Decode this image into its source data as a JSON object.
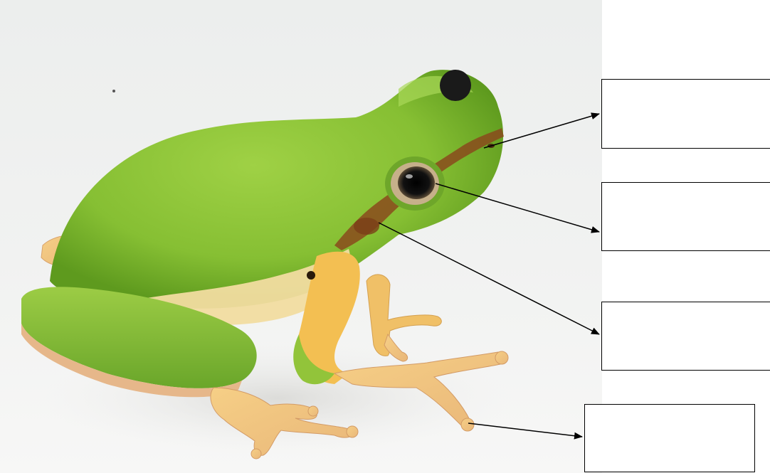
{
  "diagram": {
    "subject_image": "tree-frog-photo",
    "label_boxes": [
      {
        "id": "label-box-1",
        "text": "",
        "points_to": "nostril"
      },
      {
        "id": "label-box-2",
        "text": "",
        "points_to": "eye"
      },
      {
        "id": "label-box-3",
        "text": "",
        "points_to": "tympanum"
      },
      {
        "id": "label-box-4",
        "text": "",
        "points_to": "toe-pad"
      }
    ],
    "colors": {
      "frog_green": "#8ec63a",
      "frog_green_dark": "#5e9a1e",
      "belly_cream": "#f1dca0",
      "limb_peach": "#f0c79c",
      "stripe_brown": "#8a4a1c",
      "arrow": "#000000"
    }
  }
}
